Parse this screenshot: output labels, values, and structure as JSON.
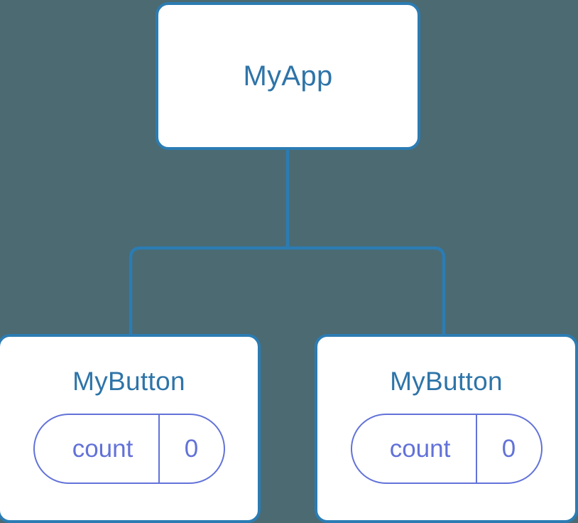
{
  "diagram": {
    "type": "component-tree",
    "background_color": "#4c6a72",
    "edge_color": "#2b7cb3",
    "node_border_color": "#2b7cb3",
    "node_fill_color": "#ffffff",
    "node_title_color": "#2e74a8",
    "pill_color": "#6272d8",
    "root": {
      "id": "myapp",
      "label": "MyApp"
    },
    "children": [
      {
        "id": "mybutton-1",
        "label": "MyButton",
        "state": {
          "key": "count",
          "value": "0"
        }
      },
      {
        "id": "mybutton-2",
        "label": "MyButton",
        "state": {
          "key": "count",
          "value": "0"
        }
      }
    ]
  }
}
